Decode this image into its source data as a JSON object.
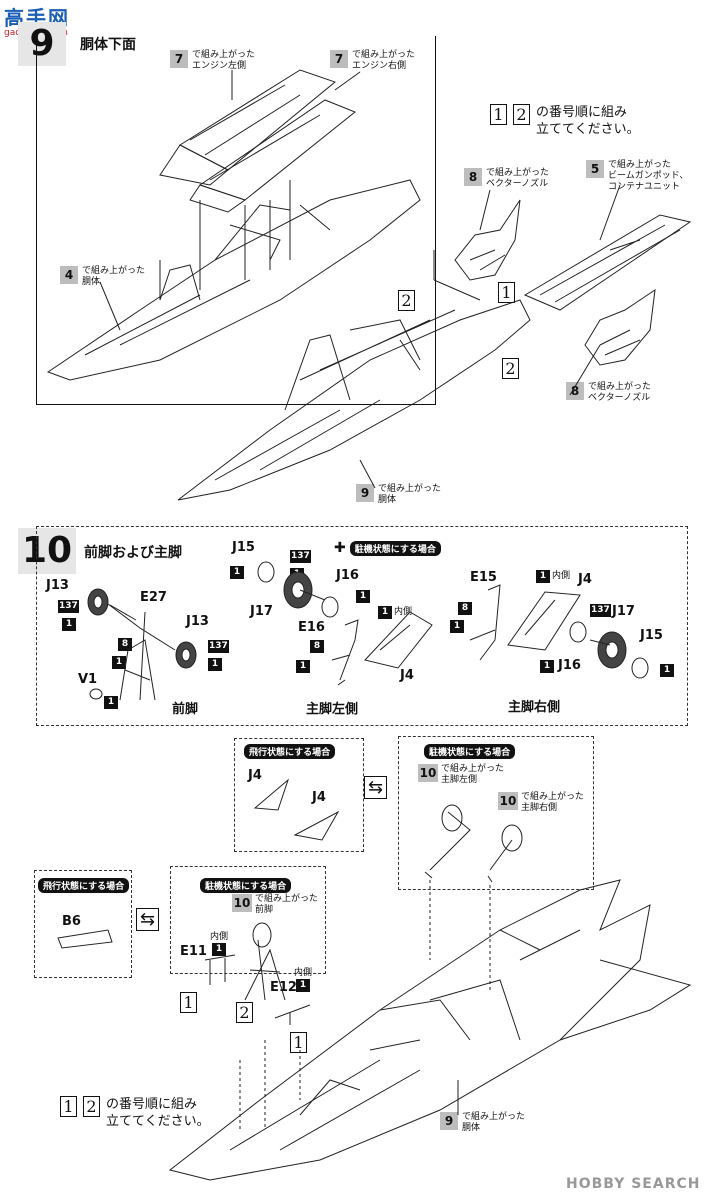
{
  "watermark": {
    "top": "高手网",
    "url": "gao-shou.com",
    "bottom": "HOBBY SEARCH"
  },
  "step9": {
    "number": "9",
    "title": "胴体下面",
    "callouts": [
      {
        "num": "7",
        "text": "で組み上がった\nエンジン左側"
      },
      {
        "num": "7",
        "text": "で組み上がった\nエンジン右側"
      },
      {
        "num": "4",
        "text": "で組み上がった\n胴体"
      },
      {
        "num": "8",
        "text": "で組み上がった\nベクターノズル"
      },
      {
        "num": "5",
        "text": "で組み上がった\nビームガンポッド、\nコンテナユニット"
      },
      {
        "num": "8",
        "text": "で組み上がった\nベクターノズル"
      },
      {
        "num": "9",
        "text": "で組み上がった\n胴体"
      }
    ],
    "order_note": "の番号順に組み\n立ててください。",
    "order_nums": [
      "1",
      "2"
    ],
    "seq_marks": [
      "2",
      "1",
      "2"
    ]
  },
  "step10": {
    "number": "10",
    "title": "前脚および主脚",
    "parking_label": "駐機状態にする場合",
    "flight_label": "飛行状態にする場合",
    "inner": "内側",
    "parts": {
      "J13a": "J13",
      "J13b": "J13",
      "E27": "E27",
      "V1": "V1",
      "J15a": "J15",
      "J17a": "J17",
      "J16a": "J16",
      "E16": "E16",
      "J4a": "J4",
      "E15": "E15",
      "J4b": "J4",
      "J17b": "J17",
      "J16b": "J16",
      "J15b": "J15",
      "J4c": "J4",
      "J4d": "J4",
      "B6": "B6",
      "E11": "E11",
      "E12": "E12"
    },
    "badges": {
      "n1": "1",
      "n8": "8",
      "n137": "137"
    },
    "captions": {
      "nose": "前脚",
      "main_left": "主脚左側",
      "main_right": "主脚右側"
    },
    "callouts": [
      {
        "num": "10",
        "text": "で組み上がった\n主脚左側"
      },
      {
        "num": "10",
        "text": "で組み上がった\n主脚右側"
      },
      {
        "num": "10",
        "text": "で組み上がった\n前脚"
      },
      {
        "num": "9",
        "text": "で組み上がった\n胴体"
      }
    ],
    "order_note": "の番号順に組み\n立ててください。",
    "order_nums": [
      "1",
      "2"
    ],
    "seq_marks": [
      "1",
      "2",
      "1"
    ]
  }
}
